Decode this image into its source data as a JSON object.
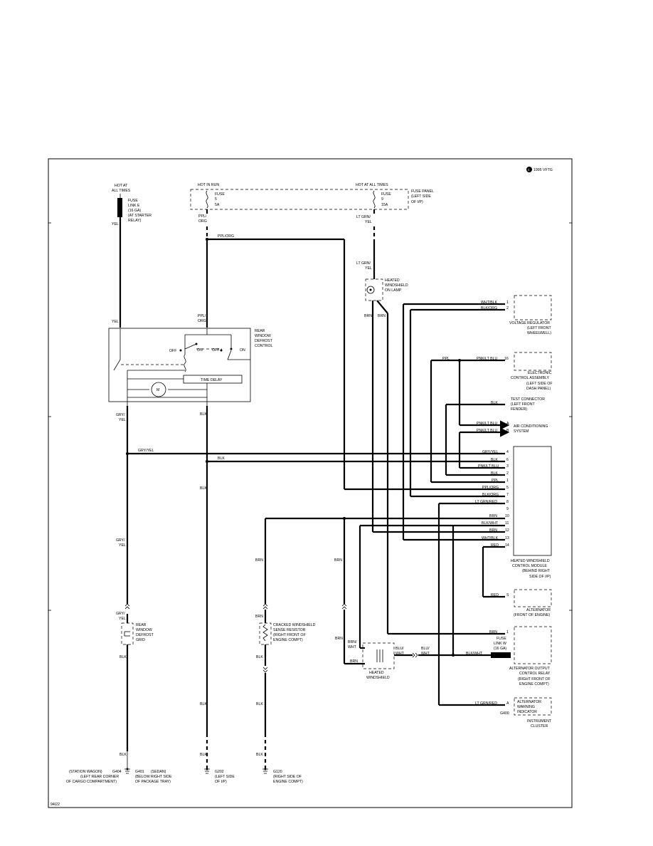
{
  "copyright": "1995 VFTG",
  "figure_id": "94I22",
  "top": {
    "hot_all_times_left": [
      "HOT AT",
      "ALL TIMES"
    ],
    "hot_in_run": "HOT IN RUN",
    "hot_all_times_right": "HOT AT ALL TIMES",
    "fuse_a": [
      "FUSE",
      "5",
      "5A"
    ],
    "fuse_b": [
      "FUSE",
      "9",
      "15A"
    ],
    "fuse_panel": [
      "FUSE PANEL",
      "(LEFT SIDE",
      "OF I/P)"
    ],
    "fusible_link": [
      "FUSE",
      "LINK E",
      "(16 GA)",
      "(AT STARTER",
      "RELAY)"
    ]
  },
  "wires": {
    "yel": "YEL",
    "ppl_org_stack": [
      "PPL/",
      "ORG"
    ],
    "ppl_org": "PPL/ORG",
    "lt_grn_yel": [
      "LT GRN/",
      "YEL"
    ],
    "brn": "BRN",
    "gry_yel": "GRY/YEL",
    "gry_yel_stack": [
      "GRY/",
      "YEL"
    ],
    "blk": "BLK",
    "ppl": "PPL",
    "pnk_lt_blu": "PNK/LT BLU",
    "wht_blk": "WHT/BLK",
    "blk_org": "BLK/ORG",
    "lt_grn_red": "LT GRN/RED",
    "blk_wht": "BLK/WHT",
    "red": "RED",
    "brn_wht": [
      "BRN/",
      "WHT"
    ],
    "blu_wht": [
      "BLU/",
      "WHT"
    ]
  },
  "components": {
    "lamp": [
      "HEATED",
      "WINDSHIELD",
      "ON LAMP"
    ],
    "defrost_control": [
      "REAR",
      "WINDOW",
      "DEFROST",
      "CONTROL"
    ],
    "switch": {
      "off1": "OFF",
      "on1": "ON",
      "off2": "OFF",
      "on2": "ON"
    },
    "time_delay": "TIME DELAY",
    "voltage_regulator": [
      "VOLTAGE REGULATOR",
      "(LEFT FRONT",
      "WHEELWELL)"
    ],
    "eca": [
      "ELECTRONIC",
      "CONTROL ASSEMBLY",
      "(LEFT SIDE OF",
      "DASH PANEL)"
    ],
    "test_connector": [
      "TEST CONNECTOR",
      "(LEFT FRONT",
      "FENDER)"
    ],
    "ac_system": [
      "AIR CONDITIONING",
      "SYSTEM"
    ],
    "control_module": [
      "HEATED WINDSHIELD",
      "CONTROL MODULE",
      "(BEHIND RIGHT",
      "SIDE OF I/P)"
    ],
    "alternator": [
      "ALTERNATOR",
      "(FRONT OF ENGINE)"
    ],
    "alt_relay": [
      "ALTERNATOR OUTPUT",
      "CONTROL RELAY",
      "(RIGHT FRONT OF",
      "ENGINE COMPT)"
    ],
    "fuse_link_w": [
      "FUSE",
      "LINK W",
      "(16 GA)"
    ],
    "warning": [
      "ALTERNATOR",
      "WARNING",
      "INDICATOR"
    ],
    "cluster": [
      "INSTRUMENT",
      "CLUSTER"
    ],
    "g400": "G400",
    "rear_grid": [
      "REAR",
      "WINDOW",
      "DEFROST",
      "GRID"
    ],
    "sense_resistor": [
      "CRACKED WINDSHIELD",
      "SENSE RESISTOR",
      "(RIGHT FRONT OF",
      "ENGINE COMPT)"
    ],
    "heated_windshield": [
      "HEATED",
      "WINDSHIELD"
    ]
  },
  "module_pins": [
    {
      "wire": "GRY/YEL",
      "pin": "4"
    },
    {
      "wire": "BLK",
      "pin": "6"
    },
    {
      "wire": "PNK/LT BLU",
      "pin": "3"
    },
    {
      "wire": "BLK",
      "pin": "2"
    },
    {
      "wire": "PPL",
      "pin": "1"
    },
    {
      "wire": "PPL/ORG",
      "pin": "5"
    },
    {
      "wire": "BLK/ORG",
      "pin": "7"
    },
    {
      "wire": "LT GRN/RED",
      "pin": "8"
    },
    {
      "wire": "",
      "pin": "9"
    },
    {
      "wire": "BRN",
      "pin": "10"
    },
    {
      "wire": "BLK/WHT",
      "pin": "11"
    },
    {
      "wire": "BRN",
      "pin": "12"
    },
    {
      "wire": "WHT/BLK",
      "pin": "13"
    },
    {
      "wire": "RED",
      "pin": "14"
    }
  ],
  "pin_labels": {
    "vr_wht": "1",
    "vr_blk": "2",
    "eca": "16",
    "ac1": "A",
    "ac2": "B",
    "alt": "S",
    "rel_brn": "1",
    "warn": "A"
  },
  "grounds": {
    "g404": {
      "id": "G404",
      "pre": "(STATION WAGON)",
      "desc": [
        "(LEFT REAR CORNER",
        "OF CARGO COMPARTMENT)"
      ]
    },
    "g401": {
      "id": "G401",
      "pre": "(SEDAN)",
      "desc": [
        "(BELOW RIGHT SIDE",
        "OF PACKAGE TRAY)"
      ]
    },
    "g202": {
      "id": "G202",
      "desc": [
        "(LEFT SIDE",
        "OF I/P)"
      ]
    },
    "g120": {
      "id": "G120",
      "desc": [
        "(RIGHT SIDE OF",
        "ENGINE COMPT)"
      ]
    }
  }
}
